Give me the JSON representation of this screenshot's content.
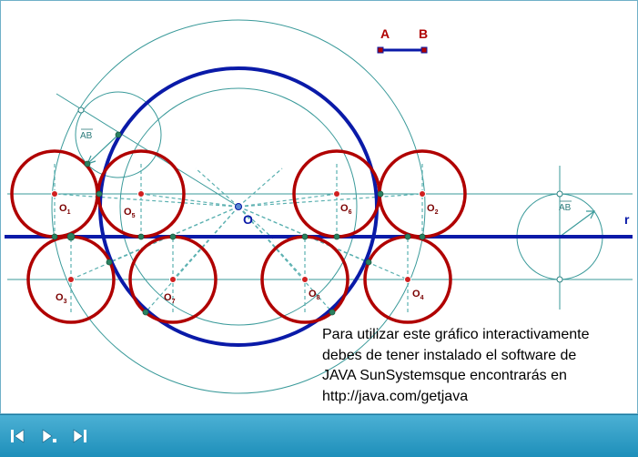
{
  "labels": {
    "center": "O",
    "line_r": "r",
    "point_a": "A",
    "point_b": "B",
    "segment_ab": "AB",
    "circles": [
      {
        "main": "O",
        "sub": "1"
      },
      {
        "main": "O",
        "sub": "2"
      },
      {
        "main": "O",
        "sub": "3"
      },
      {
        "main": "O",
        "sub": "4"
      },
      {
        "main": "O",
        "sub": "5"
      },
      {
        "main": "O",
        "sub": "6"
      },
      {
        "main": "O",
        "sub": "7"
      },
      {
        "main": "O",
        "sub": "8"
      }
    ]
  },
  "java_notice": [
    "Para utilizar este gráfico interactivamente",
    "debes de tener instalado el software de",
    "JAVA SunSystemsque encontrarás en",
    "http://java.com/getjava"
  ],
  "colors": {
    "blue": "#0a1aa8",
    "dark_red": "#b00000",
    "teal": "#3a9a9a",
    "toolbar": "#2a9dc8"
  },
  "toolbar": {
    "buttons": [
      "rewind-icon",
      "step-play-icon",
      "skip-to-end-icon"
    ]
  }
}
